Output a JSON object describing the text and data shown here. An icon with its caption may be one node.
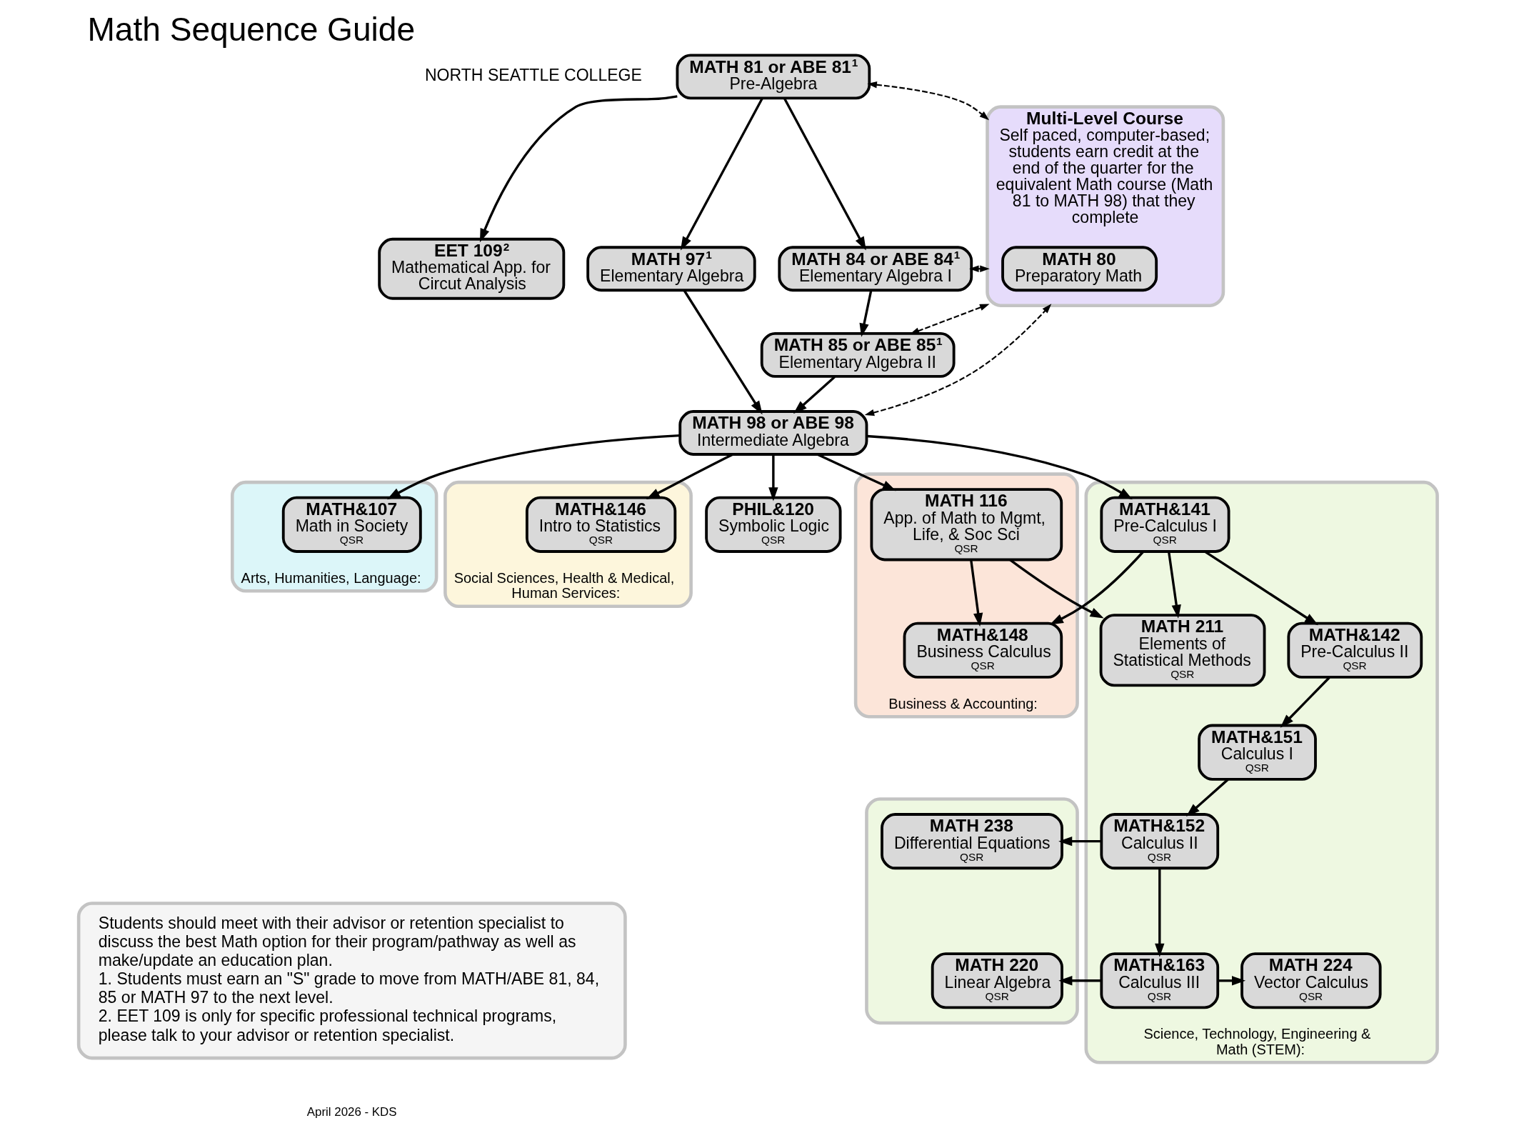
{
  "diagram": {
    "title": "Math Sequence Guide",
    "nodes": [
      {
        "text": [
          "MATH 81 or ABE 81$^{1}$",
          "Pre-Algebra"
        ]
      },
      {
        "text": [
          "EET 109$^{2}$",
          "Mathematical App. for Circut Analysis"
        ]
      },
      {
        "text": [
          "MATH 97$^{1}$",
          "Elementary Algebra"
        ]
      },
      {
        "text": [
          "MATH 84 or ABE 84$^{1}$",
          "Elementary Algebra I"
        ]
      },
      {
        "text": [
          "MATH 85 or ABE 85$^{1}$",
          "Elementary Algebra II"
        ]
      },
      {
        "text": [
          "MATH 98 or ABE 98",
          "Intermediate Algebra"
        ]
      },
      {
        "text": [
          "Multi-Level Course",
          "Self paced, computer-based; students earn credit at the end of the quarter for the equivalent Math course (Math 81 to MATH 98) that they complete"
        ]
      },
      {
        "text": [
          "MATH 80",
          "Preparatory Math"
        ],
        "in": 6
      },
      {
        "text": [
          "Arts, Humanities, Language:"
        ]
      },
      {
        "text": [
          "Social Sciences, Health & Medical, Human Services:"
        ]
      },
      {
        "text": [
          "Business & Accounting:"
        ]
      },
      {
        "text": [
          "Science, Technology, Engineering & Math (STEM):"
        ]
      },
      {
        "text": [
          "MATH&107",
          "Math in Society",
          "QSR"
        ],
        "in": 8
      },
      {
        "text": [
          "PHIL&120",
          "Symbolic Logic",
          "QSR"
        ]
      },
      {
        "text": [
          "MATH&146",
          "Intro to Statistics",
          "QSR"
        ],
        "in": 9
      },
      {
        "text": [
          "MATH 116",
          "App. of Math to Mgmt, Life, & Soc Sci",
          "QSR"
        ],
        "in": 10
      },
      {
        "text": [
          "MATH&141",
          "Pre-Calculus I",
          "QSR"
        ],
        "in": 11
      },
      {
        "text": [
          "MATH&148",
          "Business Calculus",
          "QSR"
        ],
        "in": 10
      },
      {
        "text": [
          "MATH&142",
          "Pre-Calculus II",
          "QSR"
        ],
        "in": 11
      },
      {
        "text": [
          "MATH 211",
          "Elements of Statistical Methods",
          "QSR"
        ],
        "in": 11
      },
      {
        "text": [
          "MATH&151",
          "Calculus I",
          "QSR"
        ],
        "in": 11
      },
      {
        "text": [],
        "shape": "box"
      },
      {
        "text": [
          "MATH 238",
          "Differential Equations",
          "QSR"
        ],
        "in": 21
      },
      {
        "text": [
          "MATH&152",
          "Calculus II",
          "QSR"
        ],
        "in": 11
      },
      {
        "text": [
          "MATH 220",
          "Linear Algebra",
          "QSR"
        ],
        "in": 21
      },
      {
        "text": [
          "MATH&163",
          "Calculus III",
          "QSR"
        ],
        "in": 11
      },
      {
        "text": [
          "MATH 224",
          "Vector Calculus",
          "QSR"
        ],
        "in": 11
      },
      {
        "text": [
          "Students should meet with their advisor or retention specialist to discuss the best Math option for their program/pathway as well as make/update an education plan.",
          "1. Students must earn an \"S\" grade to move from MATH/ABE 81, 84, 85 or MATH 97 to the next level.",
          "2. EET 109 is only for specific professional technical programs, please talk to your advisor or retention specialist."
        ]
      }
    ],
    "edges": [
      {
        "from": 0,
        "to": 1,
        "arrow": "to"
      },
      {
        "from": 0,
        "to": 2,
        "arrow": "to"
      },
      {
        "from": 0,
        "to": 3,
        "arrow": "to"
      },
      {
        "from": 3,
        "to": 4,
        "arrow": "to"
      },
      {
        "from": 4,
        "to": 5,
        "arrow": "to"
      },
      {
        "from": 2,
        "to": 5,
        "arrow": "to"
      },
      {
        "from": 6,
        "to": 0,
        "arrow": "both",
        "style": "dashed"
      },
      {
        "from": 6,
        "to": 3,
        "arrow": "both",
        "style": "dashed"
      },
      {
        "from": 6,
        "to": 4,
        "arrow": "both",
        "style": "dashed"
      },
      {
        "from": 6,
        "to": 5,
        "arrow": "both",
        "style": "dashed"
      },
      {
        "from": 5,
        "to": 12,
        "arrow": "to"
      },
      {
        "from": 5,
        "to": 13,
        "arrow": "to"
      },
      {
        "from": 5,
        "to": 14,
        "arrow": "to"
      },
      {
        "from": 5,
        "to": 15,
        "arrow": "to"
      },
      {
        "from": 5,
        "to": 16,
        "arrow": "to"
      },
      {
        "from": 15,
        "to": 17,
        "arrow": "to"
      },
      {
        "from": 15,
        "to": 19,
        "arrow": "to"
      },
      {
        "from": 16,
        "to": 17,
        "arrow": "to"
      },
      {
        "from": 16,
        "to": 18,
        "arrow": "to"
      },
      {
        "from": 16,
        "to": 19,
        "arrow": "to"
      },
      {
        "from": 18,
        "to": 20,
        "arrow": "to"
      },
      {
        "from": 20,
        "to": 23,
        "arrow": "to"
      },
      {
        "from": 23,
        "to": 22,
        "arrow": "to"
      },
      {
        "from": 23,
        "to": 25,
        "arrow": "to"
      },
      {
        "from": 25,
        "to": 24,
        "arrow": "to"
      },
      {
        "from": 25,
        "to": 26,
        "arrow": "to"
      }
    ],
    "labels": [
      "NORTH SEATTLE COLLEGE",
      "April 2026 - KDS"
    ]
  }
}
